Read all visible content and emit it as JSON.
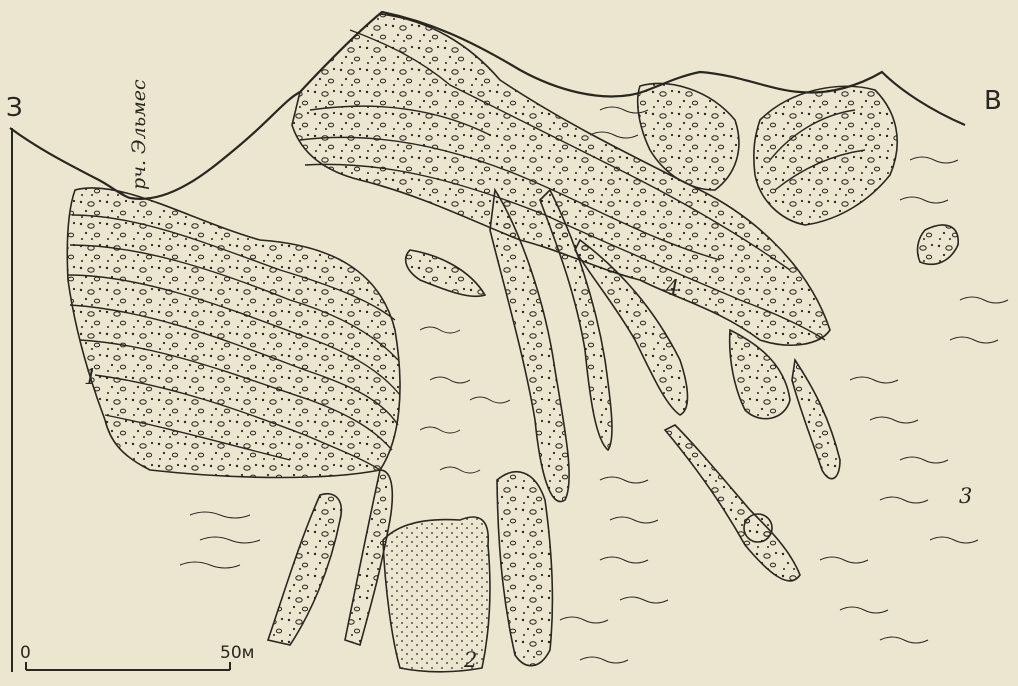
{
  "directions": {
    "west": "З",
    "east": "В"
  },
  "river_label": "рч. Эльмес",
  "unit_labels": [
    "1",
    "2",
    "3",
    "4"
  ],
  "scale": {
    "start": "0",
    "end": "50м"
  },
  "colors": {
    "paper": "#ece5cf",
    "ink": "#2a2620"
  }
}
